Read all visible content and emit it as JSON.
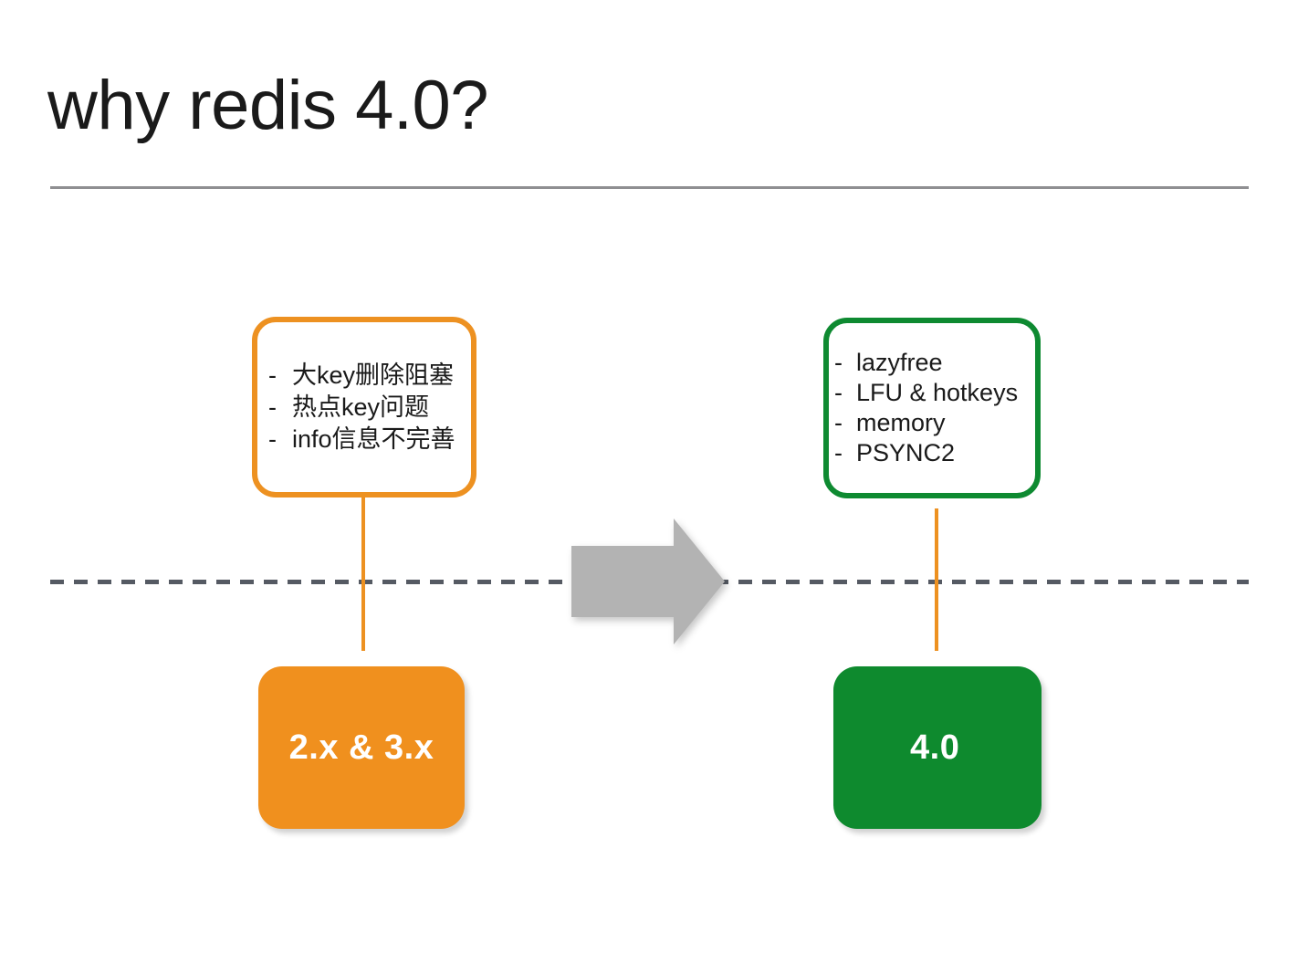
{
  "slide": {
    "title": "why redis 4.0?",
    "colors": {
      "orange_border": "#ED9121",
      "orange_fill": "#F0901E",
      "green_border": "#0E8A31",
      "green_fill": "#0E8A2E",
      "timeline_dash": "#555A63",
      "arrow_gray": "#B3B3B3",
      "rule_gray": "#8F8F92"
    }
  },
  "legacy": {
    "callout_items": [
      {
        "dash": "-",
        "text": "大key删除阻塞"
      },
      {
        "dash": "-",
        "text": "热点key问题"
      },
      {
        "dash": "-",
        "text": "info信息不完善"
      }
    ],
    "version_label": "2.x & 3.x"
  },
  "modern": {
    "callout_items": [
      {
        "dash": "-",
        "text": "lazyfree"
      },
      {
        "dash": "-",
        "text": "LFU & hotkeys"
      },
      {
        "dash": "-",
        "text": "memory"
      },
      {
        "dash": "-",
        "text": "PSYNC2"
      }
    ],
    "version_label": "4.0"
  }
}
